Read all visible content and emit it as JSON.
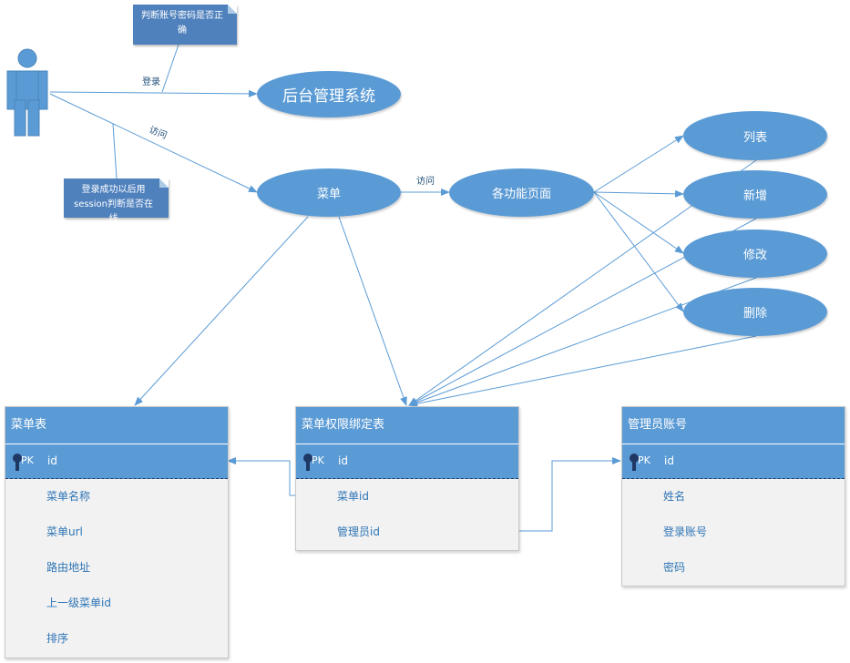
{
  "diagram": {
    "notes": {
      "password_check": "判断账号密码是否正确",
      "session_check": "登录成功以后用session判断是否在线"
    },
    "edge_labels": {
      "login": "登录",
      "visit_menu": "访问",
      "visit_pages": "访问"
    },
    "nodes": {
      "admin_system": "后台管理系统",
      "menu": "菜单",
      "function_pages": "各功能页面",
      "list": "列表",
      "add": "新增",
      "edit": "修改",
      "delete": "删除"
    },
    "pk_label": "PK",
    "tables": {
      "menu_table": {
        "title": "菜单表",
        "pk": "id",
        "fields": [
          "菜单名称",
          "菜单url",
          "路由地址",
          "上一级菜单id",
          "排序"
        ]
      },
      "binding_table": {
        "title": "菜单权限绑定表",
        "pk": "id",
        "fields": [
          "菜单id",
          "管理员id"
        ]
      },
      "admin_table": {
        "title": "管理员账号",
        "pk": "id",
        "fields": [
          "姓名",
          "登录账号",
          "密码"
        ]
      }
    }
  },
  "colors": {
    "node_fill": "#5b9bd5",
    "note_fill": "#4f81bd",
    "edge": "#5b9bd5",
    "field_text": "#2e75b6",
    "table_body": "#f2f2f2"
  }
}
